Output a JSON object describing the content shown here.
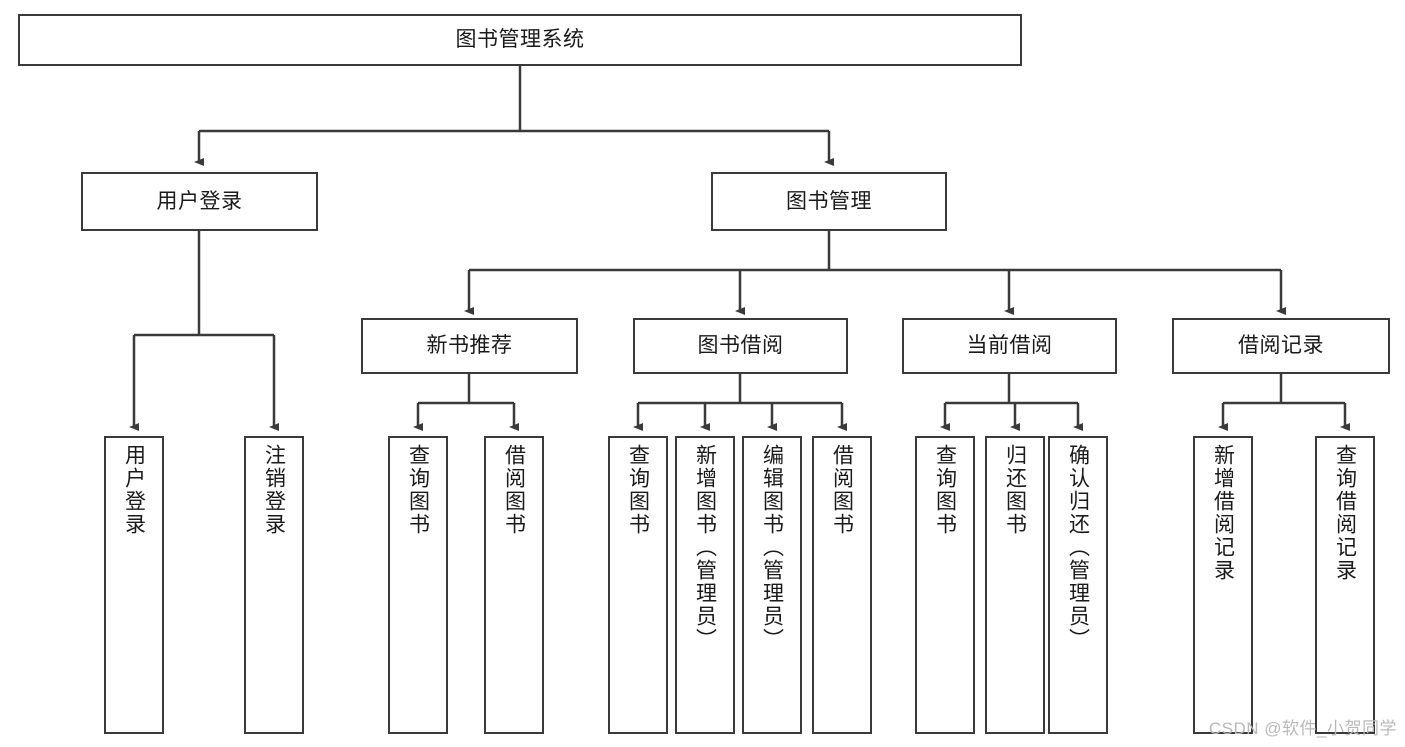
{
  "diagram": {
    "type": "hierarchy-tree",
    "title": "图书管理系统",
    "line_color": "#3a3a3a",
    "box_fill": "#ffffff",
    "text_color": "#1a1a1a",
    "levels": {
      "root": {
        "label": "图书管理系统",
        "orientation": "horizontal"
      },
      "level2": [
        {
          "label": "用户登录",
          "orientation": "horizontal"
        },
        {
          "label": "图书管理",
          "orientation": "horizontal"
        }
      ],
      "level3": [
        {
          "label": "新书推荐",
          "orientation": "horizontal"
        },
        {
          "label": "图书借阅",
          "orientation": "horizontal"
        },
        {
          "label": "当前借阅",
          "orientation": "horizontal"
        },
        {
          "label": "借阅记录",
          "orientation": "horizontal"
        }
      ],
      "leaves": {
        "user_login": [
          {
            "label": "用户登录",
            "orientation": "vertical"
          },
          {
            "label": "注销登录",
            "orientation": "vertical"
          }
        ],
        "new_book_recommend": [
          {
            "label": "查询图书",
            "orientation": "vertical"
          },
          {
            "label": "借阅图书",
            "orientation": "vertical"
          }
        ],
        "book_borrow": [
          {
            "label": "查询图书",
            "orientation": "vertical"
          },
          {
            "label": "新增图书（管理员）",
            "orientation": "vertical"
          },
          {
            "label": "编辑图书（管理员）",
            "orientation": "vertical"
          },
          {
            "label": "借阅图书",
            "orientation": "vertical"
          }
        ],
        "current_borrow": [
          {
            "label": "查询图书",
            "orientation": "vertical"
          },
          {
            "label": "归还图书",
            "orientation": "vertical"
          },
          {
            "label": "确认归还（管理员）",
            "orientation": "vertical"
          }
        ],
        "borrow_record": [
          {
            "label": "新增借阅记录",
            "orientation": "vertical"
          },
          {
            "label": "查询借阅记录",
            "orientation": "vertical"
          }
        ]
      }
    }
  },
  "watermark": {
    "text": "CSDN @软件_小贺同学"
  }
}
